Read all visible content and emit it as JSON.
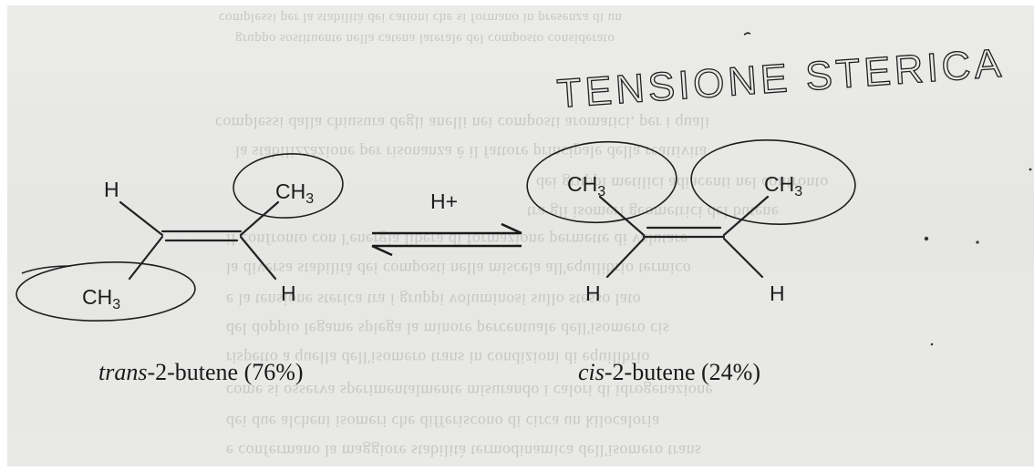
{
  "handwritten_title": "TENSIONE STERICA",
  "trans_molecule": {
    "substituent_top_left": "H",
    "substituent_top_right": "CH3",
    "substituent_bottom_left": "CH3",
    "substituent_bottom_right": "H"
  },
  "cis_molecule": {
    "substituent_top_left": "CH3",
    "substituent_top_right": "CH3",
    "substituent_bottom_left": "H",
    "substituent_bottom_right": "H"
  },
  "catalyst": "H+",
  "captions": {
    "trans_prefix": "trans",
    "trans_rest": "-2-butene (76%)",
    "cis_prefix": "cis",
    "cis_rest": "-2-butene (24%)"
  },
  "colors": {
    "paper": "#e8e8e6",
    "ink": "#1c1c1c",
    "bleed_through": "#c7c7c5"
  }
}
